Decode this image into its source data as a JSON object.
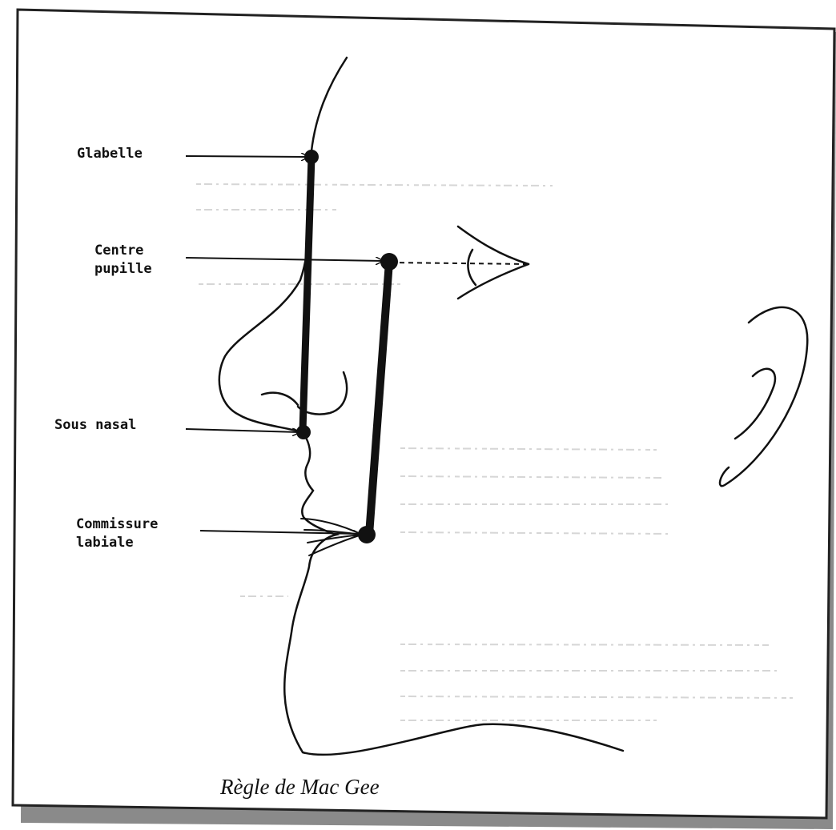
{
  "figure": {
    "labels": {
      "glabelle": "Glabelle",
      "centre_pupille_1": "Centre",
      "centre_pupille_2": "pupille",
      "sous_nasal": "Sous nasal",
      "commissure_1": "Commissure",
      "commissure_2": "labiale"
    },
    "caption": "Règle de Mac Gee"
  }
}
